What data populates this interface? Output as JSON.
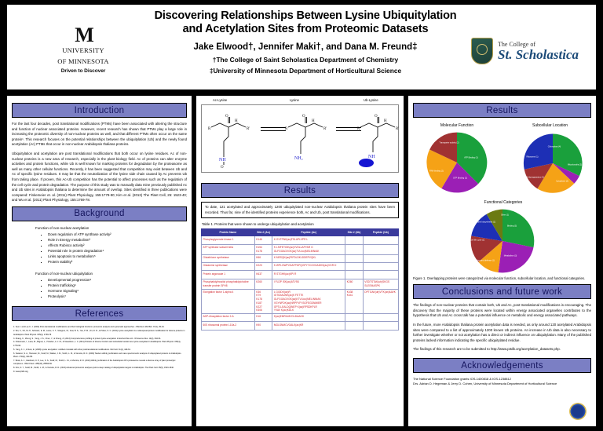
{
  "header": {
    "title_line1": "Discovering Relationships Between Lysine Ubiquitylation",
    "title_line2": "and Acetylation Sites from Proteomic Datasets",
    "authors": "Jake Elwood†,  Jennifer Maki†, and Dana M. Freund‡",
    "affiliation1": "†The College of Saint Scholastica Department of Chemistry",
    "affiliation2": "‡University of Minnesota Department of Horticultural Science",
    "umn_logo": {
      "mark": "M",
      "line1": "UNIVERSITY",
      "line2": "OF MINNESOTA",
      "tagline": "Driven to Discover"
    },
    "scholastica_logo": {
      "line1": "The College of",
      "line2": "St. Scholastica"
    }
  },
  "left": {
    "introduction_heading": "Introduction",
    "intro_p1": "For the last four decades, post translational modifications (PTMs) have been associated with altering the structure and function of nuclear associated proteins. However, recent research has shown that PTMs play a large role in increasing the proteomic diversity of non-nuclear proteins as well, and that different PTMs often occur on the same protein¹. This research focuses on the potential relationships between the ubiquitylation (Ub) and the newly found acetylation (Ac) PTMs that occur in non-nuclear Arabidopsis thaliana proteins.",
    "intro_p2": "Ubiquitylation and acetylation are post translational modifications that both occur on lysine residues. Ac of non-nuclear proteins is a new area of research, especially in the plant biology field. Ac of proteins can alter enzyme activities and protein functions, while Ub is well known for marking proteins for degradation by the proteasome as well as many other cellular functions. Recently, it has been suggested that competition may exist between Ub and Ac of specific lysine residues. It may be that the neutralization of the lysine side chain caused by Ac prevents Ub from taking place. If proven, this Ac-Ub competition has the potential to affect processes such as the regulation of the cell cycle and protein degradation. The purpose of this study was to manually data mine previously published Ac and Ub sites in Arabidopsis thaliana to determine the amount of overlap. Sites identified in three publications were compared: Finkemeier et. al. (2011) Plant Physiology, 155:1779-90; Kim et al. (2013) The Plant Cell, 25: 1523-40; and Wu et al. (2011) Plant Physiology, 155:1769-78.",
    "background_heading": "Background",
    "bg_group1_title": "Function of non-nuclear acetylation",
    "bg_group1_items": [
      "Down regulation of ATP synthase activity²",
      "Role in Energy metabolism³",
      "Affects Rubisco activity²",
      "Potential role in protein degradation⁴",
      "Links apoptosis to metabolism⁵",
      "Protein stability³"
    ],
    "bg_group2_title": "Function of non-nuclear ubiquitylation",
    "bg_group2_items": [
      "Developmental progression⁶",
      "Protein trafficking⁶",
      "Hormone Signaling⁶",
      "Proteolysis⁷"
    ],
    "references_heading": "References",
    "references": [
      "1. Seo J. and Lee K. J. (2004) Post-translational modifications and their biological functions: proteomic analysis and systematic approaches. J Biochem Mol Biol. 37(1), 35-44.",
      "2. Wu, X., Oh, M.-H., Schwarz, E. M., Larue, C. T., Sivaguru, M., Imai, B. S., Yau, P. M., Ort, D. R., & Huber, S. C. (2011) Lysine acetylation is a widespread protein modification for diverse proteins in Arabidopsis. Plant Physiol. 155(4), 1769-78.",
      "3. Zhang, K., Zheng, S., Yang, J. S., Chen, Y., & Cheng, Z. (2013) Comprehensive profiling of protein lysine acetylation in Escherichia coli. J Proteome Res. 12(2), 844-51.",
      "4. Finkemeier, I., Laxa, M., Miguet, L., Howden, A. J. M., & Sweetlove, L. J. (2011) Proteins of diverse function and subcellular location are lysine acetylated in Arabidopsis. Plant Physiol. 155(4), 1779-90.",
      "5. Yang, X. J., & Seto, E. (2008) Lysine acetylation: codified crosstalk with other posttranslational modifications. Mol Cell. 31(4), 449-61.",
      "6. Saracco, S. A., Hansson, M., Scalf, M., Walker, J. M., Smith, L. M., & Vierstra, R. D. (2009) Tandem affinity purification and mass spectrometric analysis of ubiquitylated proteins in Arabidopsis. Plant J. 59(2), 344-58.",
      "7. Book, A. J., Gladman, N. P., Lee, S. S., Scalf, M., Smith, L. M., & Vierstra, R. D. (2010) Affinity purification of the Arabidopsis 26 S proteasome reveals a diverse array of plant proteolytic complexes. J Biol Chem. 285(33), 25554-69.",
      "8. Kim, D. Y., Scalf, M., Smith, L. M., & Vierstra, R. D. (2013) Advanced proteomic analyses yield a deep catalog of ubiquitylation targets in Arabidopsis. The Plant Cell. 25(5), 1523-1540.",
      "9. www.p3db.org"
    ]
  },
  "middle": {
    "scheme": {
      "label_left": "Ac-Lysine",
      "label_center": "Lysine",
      "label_right": "Ub-Lysine",
      "tag_left": "NH",
      "tag_center": "NH₂",
      "tag_right": "NH",
      "ub_ball": "Ub"
    },
    "results_heading": "Results",
    "results_text": "To date, 121 acetylated and approximately 1200 ubiquitylated non-nuclear Arabidopsis thaliana protein sites have been recorded. Thus far, nine of the identified proteins experience both, Ac and Ub, post translational modifications.",
    "table_caption": "Table 1. Proteins that were shown to undergo ubiquitylation and acetylation",
    "table_headers": [
      "Protein Name",
      "Site # (Ac)",
      "Peptide (Ac)",
      "Site # (Ub)",
      "Peptide (Ub)"
    ],
    "table_rows": [
      {
        "name": "Phosphoglycerate kinase 1",
        "site_ac": "K146",
        "pep_ac": "K GVTPNK(ac)FSLAPLVPR L",
        "site_ub": "",
        "pep_ub": ""
      },
      {
        "name": "ATP synthase subunit beta",
        "site_ac": "K154\nK178",
        "pep_ac": "K LSIFETGIK(ac)VVDLLAPYAR G\nGLFGGAGVGK(ac)TVLIoo)MELINNIAK",
        "site_ub": "",
        "pep_ub": ""
      },
      {
        "name": "Glutathione synthetase",
        "site_ac": "K66",
        "pep_ac": "K MESQK(ac)PIFDLDKLDDEPVQKL",
        "site_ub": "",
        "pep_ub": ""
      },
      {
        "name": "Glutamine synthetase",
        "site_ac": "K223",
        "pep_ac": "K WPLGWPVGAFPGPQGPYYCGVGADKS(ac)VGR D",
        "site_ub": "",
        "pep_ub": ""
      },
      {
        "name": "Protein argonaute 1",
        "site_ac": "K637",
        "pep_ac": "R STGHK(ac)KPI R",
        "site_ub": "",
        "pep_ub": ""
      },
      {
        "name": "Phosphatidylinositol phosphatidylcholine transfer protein SFH8",
        "site_ac": "K260",
        "pep_ac": "I FLDP ISK(ac)ATVSK",
        "site_ub": "K260",
        "pep_ub": "VSDTSTAK(ub)SKGS SLEEMASPK"
      },
      {
        "name": "Elongation factor 1-alpha 4",
        "site_ac": "K36\nK79\nK178\nK187\nK227\nK306",
        "pep_ac": "L GGIDK(ac)R\nGITIDIALWK(ac)K FETTK\nGLFGGAGVGK(ac)KTVLIoo)MELINNIAK\nVGYNPDK(ac)NRPFVP ISGFEGDNMIER\nGPTLLEALDQINEP K(ac)RPSDKPLR\nYVAV K(ac)KDLK",
        "site_ub": "K438\nK441",
        "pep_ub": "DPTGAK(ub)VTK(ub)AAVK"
      },
      {
        "name": "ADP-ribosylation factor 2-A",
        "site_ac": "K16",
        "pep_ac": "K(ac)EMRILMVGLDAAGK",
        "site_ub": "",
        "pep_ub": ""
      },
      {
        "name": "60S ribosomal protein L10a-2",
        "site_ac": "K90",
        "pep_ac": "MGLSNMCVGALK(ac)KR",
        "site_ub": "",
        "pep_ub": ""
      }
    ]
  },
  "right": {
    "results_heading": "Results",
    "figure_caption": "Figure 1. Overlapping proteins were categorized via molecular function, subcellular location, and functional categories.",
    "conclusions_heading": "Conclusions and future work",
    "concl_p1": "The findings of non-nuclear proteins that contain both, Ub and Ac, post translational modifications is encouraging. The discovery that the majority of these proteins were located within energy associated organelles contributes to the hypothesis that Ub and Ac cross talk has a potential influence on metabolic and energy associated pathways.",
    "concl_p2": "In the future, more Arabidopsis thaliana protein acetylation data is needed, as only around 120 acetylated Arabidopsis sites were compared to a list of approximately 1200 known Ub proteins. An increase in Ub data is also necessary to further investigate whether or not acetylation has a direct or indirect influence on ubiquitylation. Many of the published proteins lacked information indicating the specific ubiquitylated residue.",
    "concl_p3": "The findings of this research are to be submitted to http://www.p3db.org/acetylation_datasets.php.",
    "ack_heading": "Acknowledgements",
    "ack_line1": "The National Science Foundation grants IOS-1400818 & IOS-1238812",
    "ack_line2": "Drs. Adrian D. Hegeman & Jerry D. Cohen, University of Minnesota Department of Horticultural Science"
  },
  "chart_data": [
    {
      "type": "pie",
      "title": "Molecular Function",
      "categories": [
        "ATP Binding (3)",
        "GTP Binding (2)",
        "RNA binding (2)",
        "Transporter activity (2)"
      ],
      "values": [
        3,
        2,
        2,
        2
      ],
      "colors": [
        "#1aa03c",
        "#9b1fb5",
        "#f5a216",
        "#a03232"
      ],
      "legend": "labels-on-slices"
    },
    {
      "type": "pie",
      "title": "Subcellular Location",
      "categories": [
        "Chloroplast (4)",
        "Mitochondria (2)",
        "Cytoplasm (3)",
        "Golgi apparatus (2)",
        "Ribosome (1)"
      ],
      "values": [
        4,
        2,
        3,
        2,
        1
      ],
      "colors": [
        "#1aa03c",
        "#9b1fb5",
        "#f5a216",
        "#a03232",
        "#1d2fb5"
      ],
      "legend": "labels-on-slices"
    },
    {
      "type": "pie",
      "title": "Functional Categories",
      "categories": [
        "Binding (3)",
        "Metabolism (3)",
        "Trafficking and defense (1)",
        "Cell life cycle (1)",
        "Protein biosynthesis (1)",
        "Other (1)"
      ],
      "values": [
        3,
        3,
        1,
        1,
        1,
        1
      ],
      "colors": [
        "#1aa03c",
        "#9b1fb5",
        "#f5a216",
        "#a03232",
        "#1d2fb5",
        "#6b7a12"
      ],
      "legend": "labels-on-slices"
    }
  ],
  "colors": {
    "section_bar": "#7b7fc4",
    "table_header": "#3a3a9c",
    "table_text": "#d0222a",
    "ub_ball": "#1414d2"
  }
}
